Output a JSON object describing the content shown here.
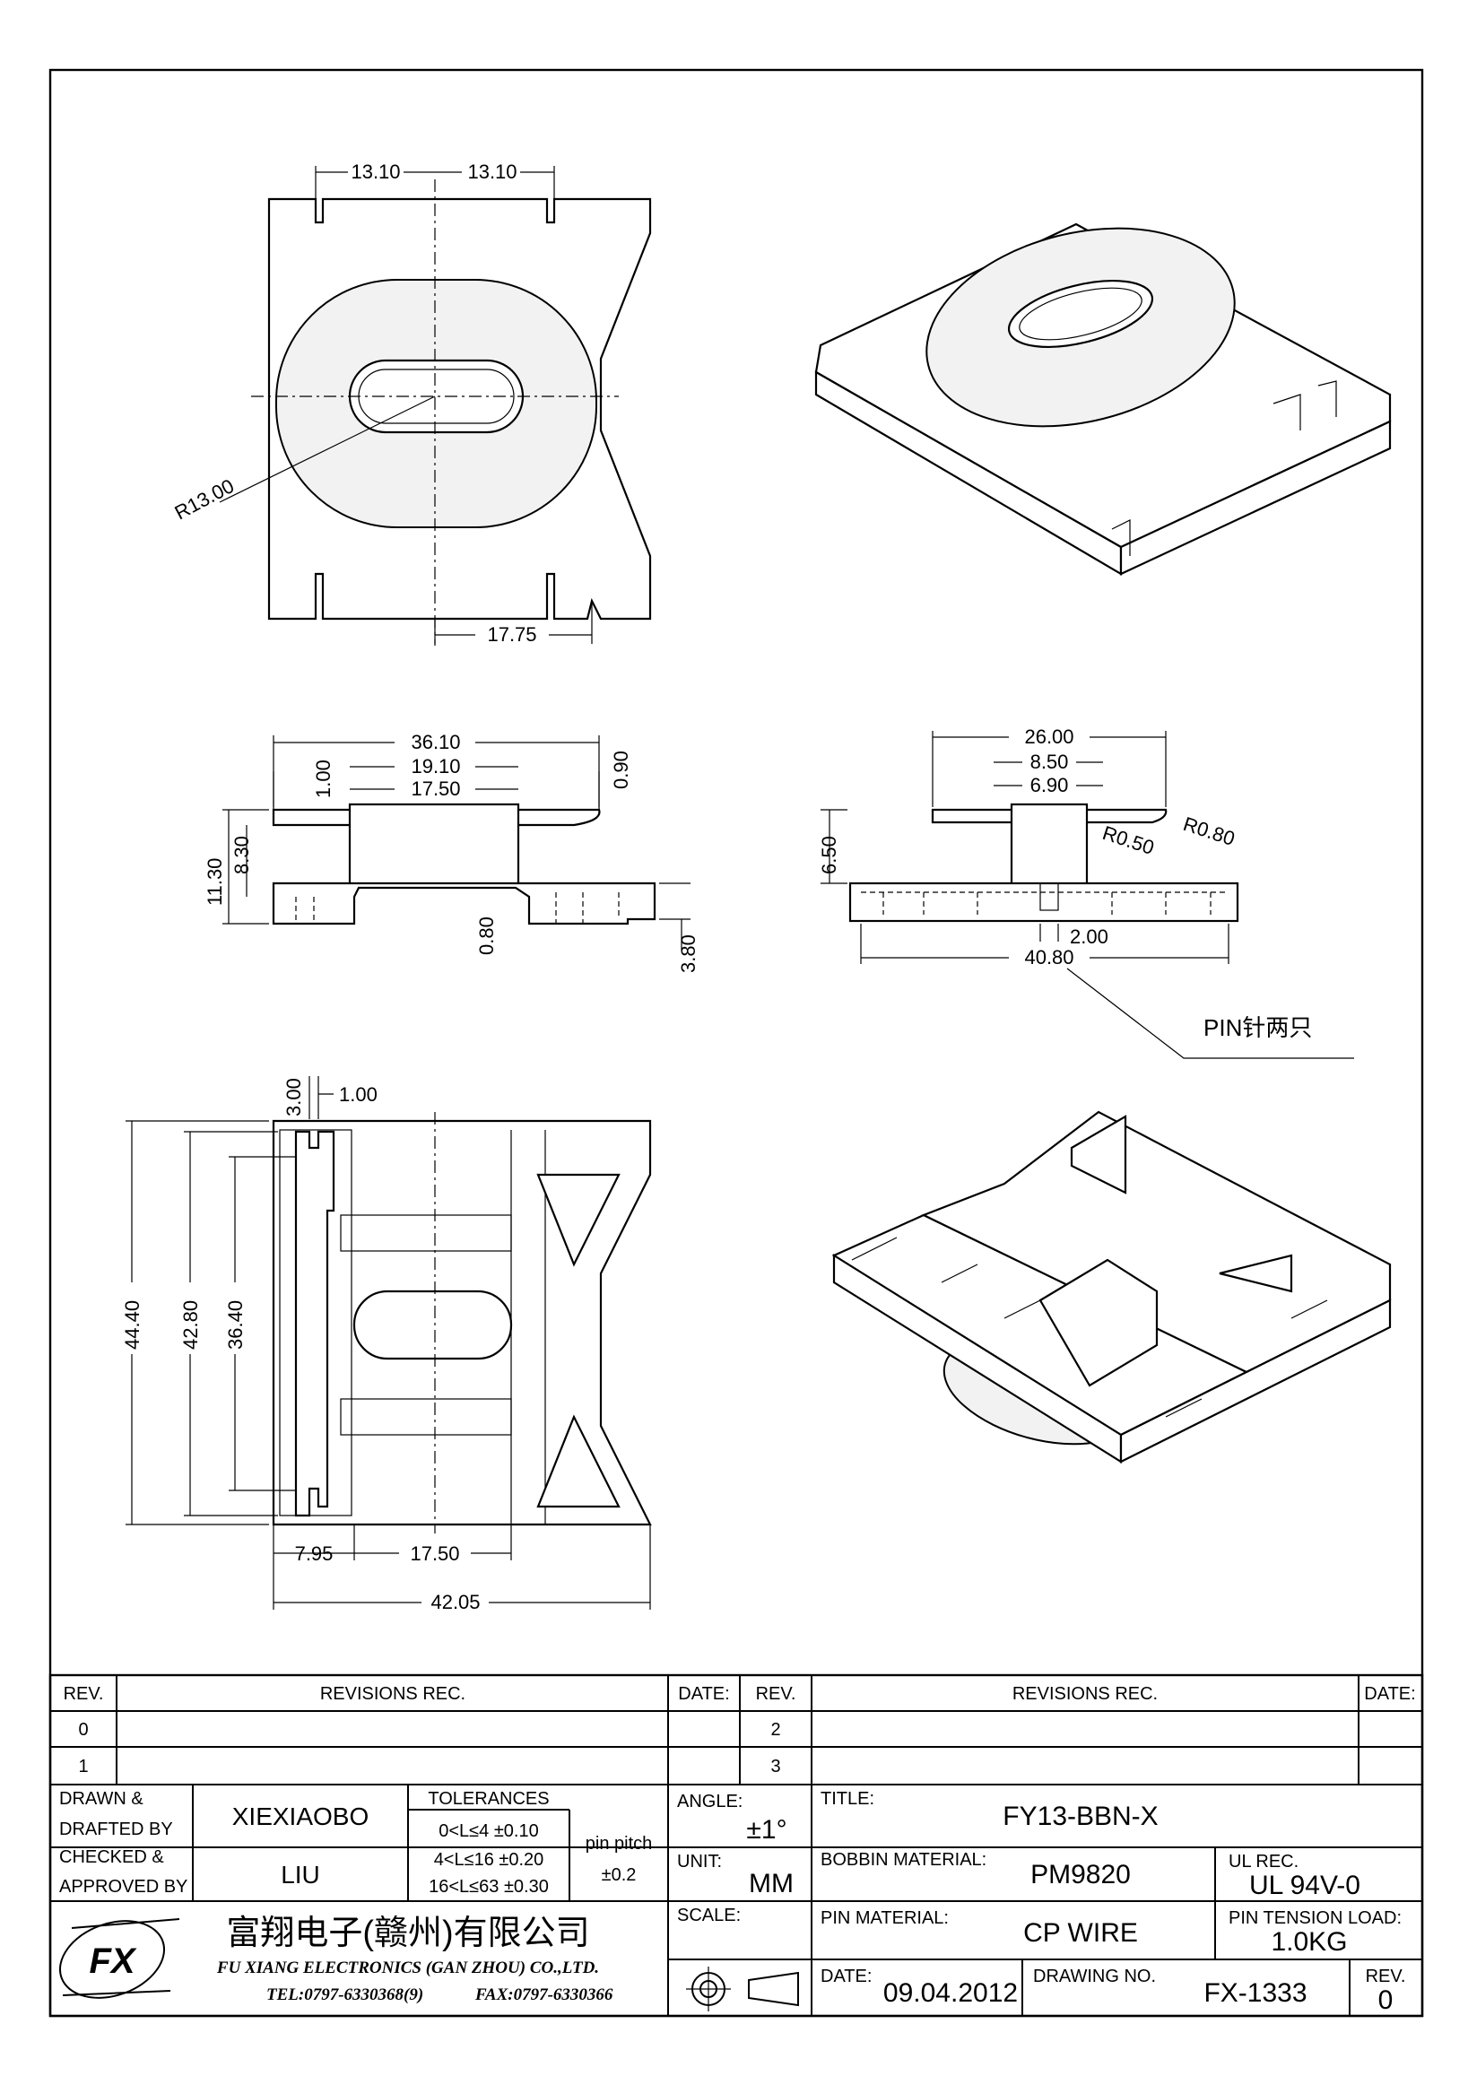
{
  "drawing": {
    "top_view": {
      "dims": [
        "13.10",
        "13.10",
        "R13.00",
        "17.75"
      ]
    },
    "front_view": {
      "dims": [
        "36.10",
        "19.10",
        "17.50",
        "1.00",
        "0.90",
        "11.30",
        "8.30",
        "0.80",
        "3.80"
      ]
    },
    "side_view": {
      "dims": [
        "26.00",
        "8.50",
        "6.90",
        "R0.50",
        "R0.80",
        "6.50",
        "2.00",
        "40.80"
      ],
      "note": "PIN针两只"
    },
    "bottom_view": {
      "dims": [
        "3.00",
        "1.00",
        "44.40",
        "42.80",
        "36.40",
        "7.95",
        "17.50",
        "42.05"
      ]
    }
  },
  "title_block": {
    "revisions": {
      "rev_header": "REV.",
      "revisions_header": "REVISIONS   REC.",
      "date_header": "DATE:",
      "rows_left": [
        "0",
        "1"
      ],
      "rows_right": [
        "2",
        "3"
      ]
    },
    "drawn_label_1": "DRAWN  &",
    "drawn_label_2": "DRAFTED  BY",
    "drawn_value": "XIEXIAOBO",
    "checked_label_1": "CHECKED  &",
    "checked_label_2": "APPROVED  BY",
    "checked_value": "LIU",
    "tolerances": {
      "header": "TOLERANCES",
      "rows": [
        "0<L≤4    ±0.10",
        "4<L≤16  ±0.20",
        "16<L≤63  ±0.30"
      ],
      "pin_pitch_label": "pin  pitch",
      "pin_pitch_value": "±0.2"
    },
    "angle_label": "ANGLE:",
    "angle_value": "±1°",
    "unit_label": "UNIT:",
    "unit_value": "MM",
    "scale_label": "SCALE:",
    "title_label": "TITLE:",
    "title_value": "FY13-BBN-X",
    "bobbin_material_label": "BOBBIN  MATERIAL:",
    "bobbin_material_value": "PM9820",
    "ul_rec_label": "UL  REC.",
    "ul_rec_value": "UL  94V-0",
    "pin_material_label": "PIN  MATERIAL:",
    "pin_material_value": "CP  WIRE",
    "pin_tension_label": "PIN  TENSION  LOAD:",
    "pin_tension_value": "1.0KG",
    "date_label": "DATE:",
    "date_value": "09.04.2012",
    "drawing_no_label": "DRAWING  NO.",
    "drawing_no_value": "FX-1333",
    "rev_label": "REV.",
    "rev_value": "0",
    "company_cn": "富翔电子(赣州)有限公司",
    "company_en": "FU XIANG ELECTRONICS (GAN ZHOU) CO.,LTD.",
    "tel": "TEL:0797-6330368(9)",
    "fax": "FAX:0797-6330366",
    "logo_text": "FX"
  }
}
